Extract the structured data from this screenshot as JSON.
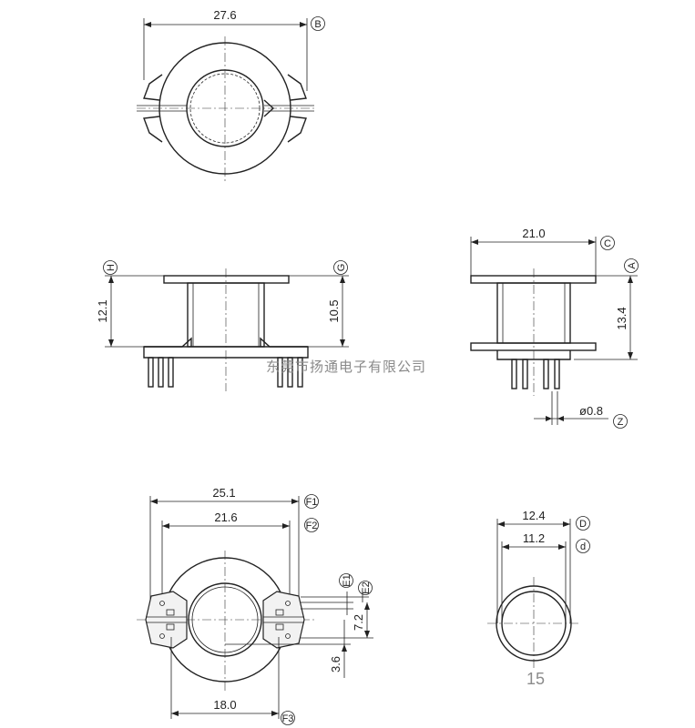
{
  "dimensions": {
    "top_width": "27.6",
    "side_width": "21.0",
    "height_left": "12.1",
    "height_mid": "10.5",
    "height_right": "13.4",
    "pin_diameter": "ø0.8",
    "bottom_width_outer": "25.1",
    "bottom_width_inner": "21.6",
    "bottom_width_base": "18.0",
    "pin_pitch": "7.2",
    "pin_offset": "3.6",
    "tube_outer": "12.4",
    "tube_inner": "11.2"
  },
  "callouts": {
    "B": "B",
    "C": "C",
    "A": "A",
    "H": "H",
    "G": "G",
    "Z": "Z",
    "F1": "F1",
    "F2": "F2",
    "F3": "F3",
    "E1": "E1",
    "E2": "E2",
    "D": "D",
    "d": "d"
  },
  "watermark": "东莞市扬通电子有限公司",
  "page_number": "15"
}
